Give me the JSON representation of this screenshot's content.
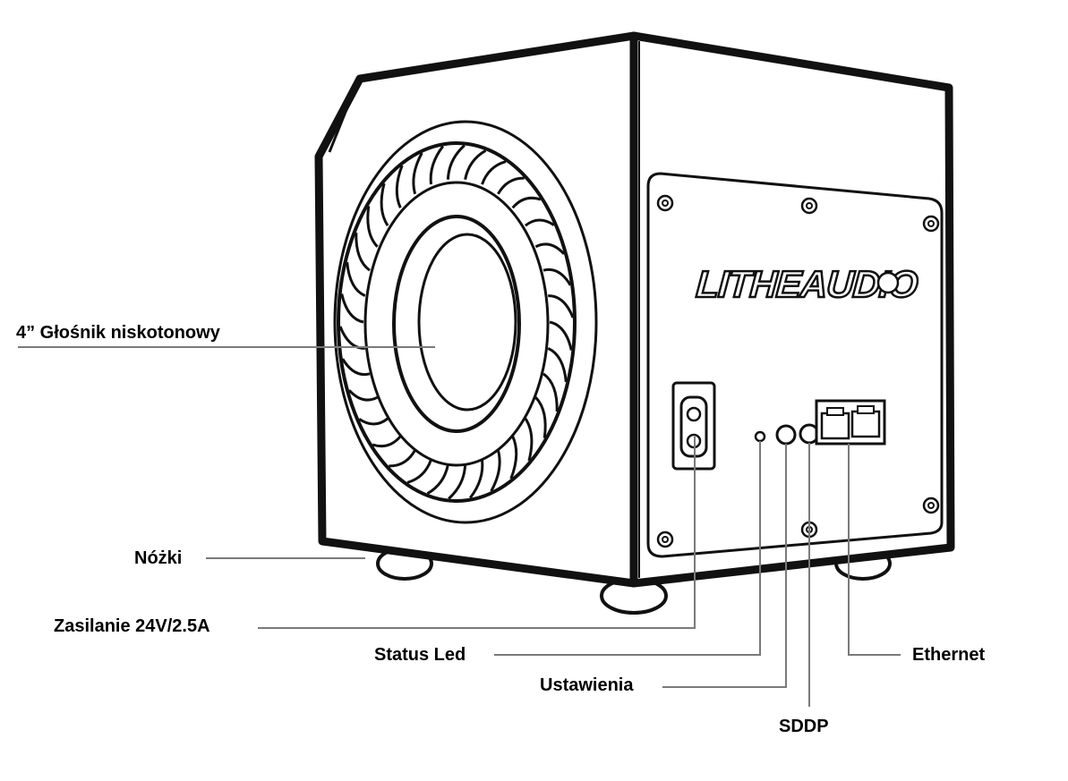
{
  "brand": {
    "logo_text": "LITHEAUDIO"
  },
  "callouts": {
    "woofer": "4” Głośnik niskotonowy",
    "feet": "Nóżki",
    "power": "Zasilanie 24V/2.5A",
    "status_led": "Status Led",
    "settings": "Ustawienia",
    "sddp": "SDDP",
    "ethernet": "Ethernet"
  }
}
